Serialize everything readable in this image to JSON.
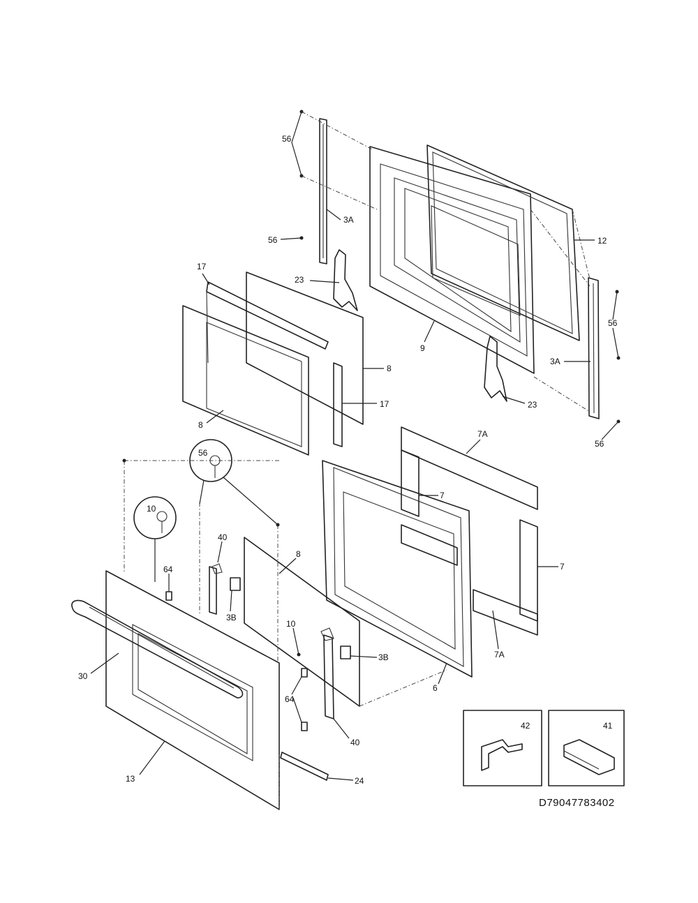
{
  "diagram_code": "D79047783402",
  "callouts": {
    "c56_top": "56",
    "c3A_left": "3A",
    "c56_left": "56",
    "c12": "12",
    "c23_left": "23",
    "c17_top": "17",
    "c56_right": "56",
    "c9": "9",
    "c3A_right": "3A",
    "c8_right": "8",
    "c17_mid": "17",
    "c23_right": "23",
    "c8_left": "8",
    "c56_bottom_right": "56",
    "c7A_top": "7A",
    "c56_circle": "56",
    "c7_top": "7",
    "c10_circle": "10",
    "c40_top": "40",
    "c8_mid": "8",
    "c7_right": "7",
    "c64_top": "64",
    "c3B_top": "3B",
    "c10_small": "10",
    "c3B_right": "3B",
    "c7A_bottom": "7A",
    "c30": "30",
    "c6": "6",
    "c64_bottom": "64",
    "c40_bottom": "40",
    "c42": "42",
    "c41": "41",
    "c13": "13",
    "c24": "24"
  }
}
